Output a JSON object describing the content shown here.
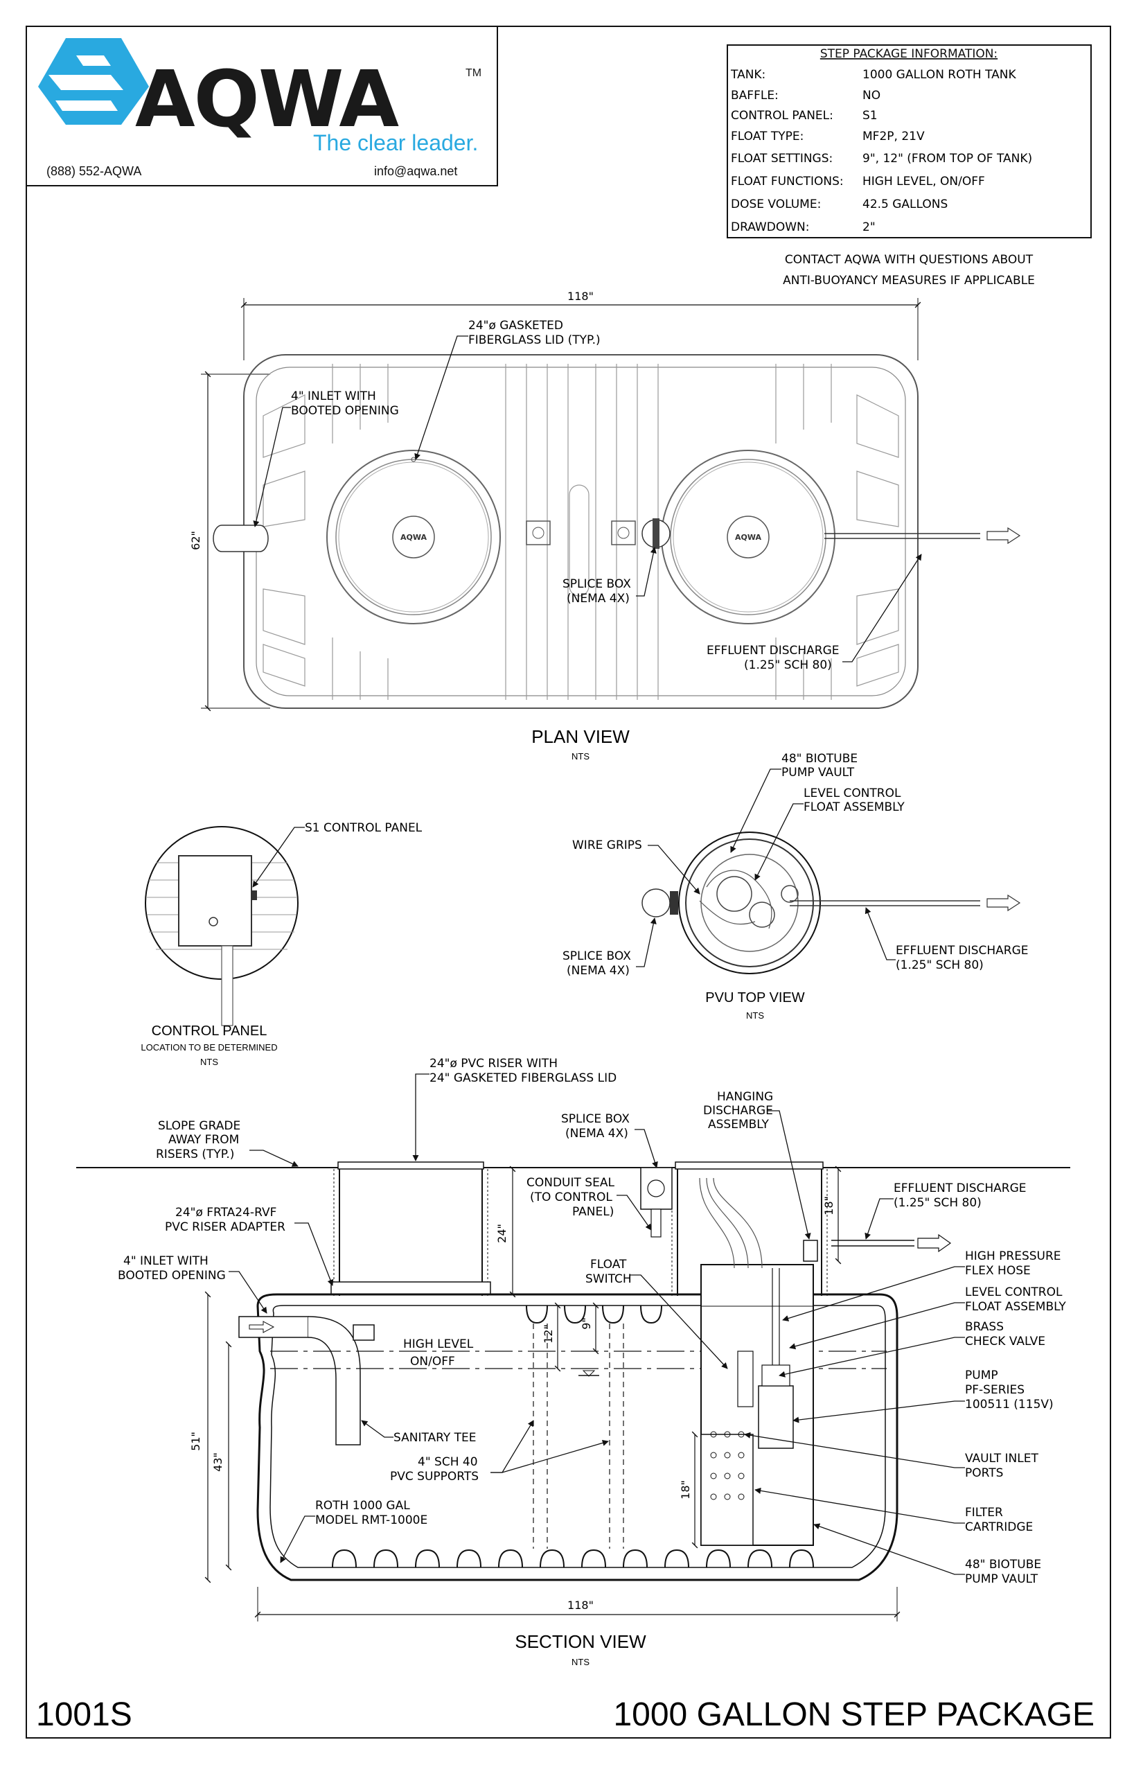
{
  "brand": {
    "name": "AQWA",
    "tm": "TM",
    "tagline": "The clear leader.",
    "phone": "(888) 552-AQWA",
    "email": "info@aqwa.net",
    "accent_color": "#29a9e0",
    "ink_color": "#1a1a1a"
  },
  "info_table": {
    "title": "STEP PACKAGE INFORMATION:",
    "rows": [
      {
        "label": "TANK:",
        "value": "1000 GALLON ROTH TANK"
      },
      {
        "label": "BAFFLE:",
        "value": "NO"
      },
      {
        "label": "CONTROL PANEL:",
        "value": "S1"
      },
      {
        "label": "FLOAT TYPE:",
        "value": "MF2P, 21V"
      },
      {
        "label": "FLOAT SETTINGS:",
        "value": "9\", 12\" (FROM TOP OF TANK)"
      },
      {
        "label": "FLOAT FUNCTIONS:",
        "value": "HIGH LEVEL, ON/OFF"
      },
      {
        "label": "DOSE VOLUME:",
        "value": "42.5 GALLONS"
      },
      {
        "label": "DRAWDOWN:",
        "value": "2\""
      }
    ]
  },
  "contact_note": {
    "line1": "CONTACT AQWA WITH QUESTIONS ABOUT",
    "line2": "ANTI-BUOYANCY MEASURES IF APPLICABLE"
  },
  "plan_view": {
    "title": "PLAN VIEW",
    "scale": "NTS",
    "dim_width": "118\"",
    "dim_height": "62\"",
    "lid_logo": "AQWA",
    "callouts": {
      "lid_1": "24\"ø GASKETED",
      "lid_2": "FIBERGLASS LID (TYP.)",
      "inlet_1": "4\" INLET WITH",
      "inlet_2": "BOOTED OPENING",
      "splice_1": "SPLICE BOX",
      "splice_2": "(NEMA 4X)",
      "effluent_1": "EFFLUENT DISCHARGE",
      "effluent_2": "(1.25\" SCH 80)"
    }
  },
  "control_panel_view": {
    "label": "S1 CONTROL PANEL",
    "title": "CONTROL PANEL",
    "subtitle": "LOCATION TO BE DETERMINED",
    "scale": "NTS"
  },
  "pvu_view": {
    "title": "PVU TOP VIEW",
    "scale": "NTS",
    "callouts": {
      "vault_1": "48\" BIOTUBE",
      "vault_2": "PUMP VAULT",
      "float_1": "LEVEL CONTROL",
      "float_2": "FLOAT ASSEMBLY",
      "grips": "WIRE GRIPS",
      "splice_1": "SPLICE BOX",
      "splice_2": "(NEMA 4X)",
      "effluent_1": "EFFLUENT DISCHARGE",
      "effluent_2": "(1.25\" SCH 80)"
    }
  },
  "section_view": {
    "title": "SECTION VIEW",
    "scale": "NTS",
    "dim_width": "118\"",
    "dim_51": "51\"",
    "dim_43": "43\"",
    "dim_24": "24\"",
    "dim_18_riser": "18\"",
    "dim_18_filter": "18\"",
    "dim_12": "12\"",
    "dim_9": "9\"",
    "callouts": {
      "riser_1": "24\"ø PVC RISER WITH",
      "riser_2": "24\" GASKETED FIBERGLASS LID",
      "grade_1": "SLOPE GRADE",
      "grade_2": "AWAY FROM",
      "grade_3": "RISERS (TYP.)",
      "splice_1": "SPLICE BOX",
      "splice_2": "(NEMA 4X)",
      "hanging_1": "HANGING",
      "hanging_2": "DISCHARGE",
      "hanging_3": "ASSEMBLY",
      "effluent_1": "EFFLUENT DISCHARGE",
      "effluent_2": "(1.25\" SCH 80)",
      "conduit_1": "CONDUIT SEAL",
      "conduit_2": "(TO CONTROL",
      "conduit_3": "PANEL)",
      "adapter_1": "24\"ø FRTA24-RVF",
      "adapter_2": "PVC RISER ADAPTER",
      "inlet_1": "4\" INLET WITH",
      "inlet_2": "BOOTED OPENING",
      "float_switch_1": "FLOAT",
      "float_switch_2": "SWITCH",
      "high_level": "HIGH LEVEL",
      "on_off": "ON/OFF",
      "hose_1": "HIGH PRESSURE",
      "hose_2": "FLEX HOSE",
      "lcfa_1": "LEVEL CONTROL",
      "lcfa_2": "FLOAT ASSEMBLY",
      "brass_1": "BRASS",
      "brass_2": "CHECK VALVE",
      "pump_1": "PUMP",
      "pump_2": "PF-SERIES",
      "pump_3": "100511 (115V)",
      "tee": "SANITARY TEE",
      "supports_1": "4\" SCH 40",
      "supports_2": "PVC SUPPORTS",
      "ports_1": "VAULT INLET",
      "ports_2": "PORTS",
      "filter_1": "FILTER",
      "filter_2": "CARTRIDGE",
      "roth_1": "ROTH 1000 GAL",
      "roth_2": "MODEL RMT-1000E",
      "biotube_1": "48\" BIOTUBE",
      "biotube_2": "PUMP VAULT"
    }
  },
  "footer": {
    "drawing_number": "1001S",
    "drawing_title": "1000 GALLON STEP PACKAGE"
  }
}
